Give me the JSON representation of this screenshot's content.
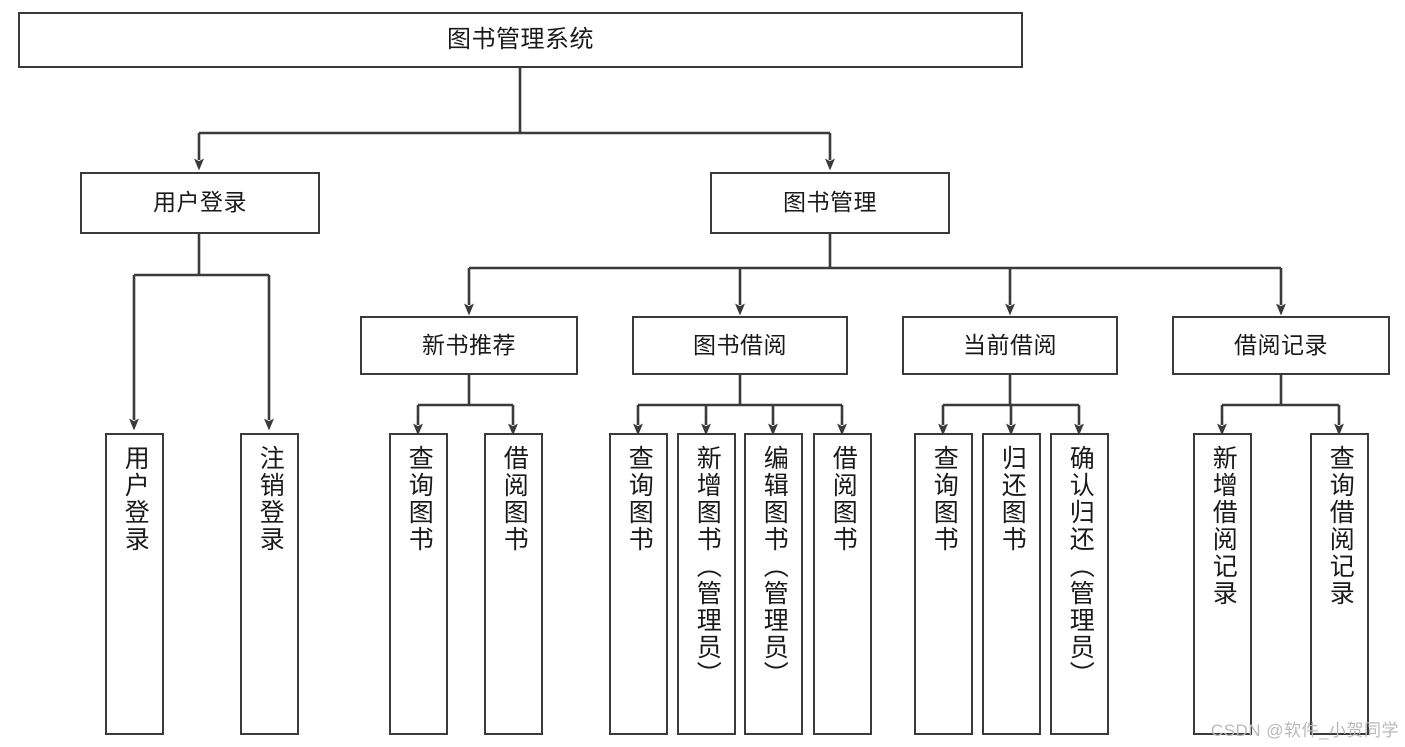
{
  "diagram": {
    "title": "图书管理系统",
    "watermark": "CSDN @软件_小贺同学",
    "stroke_color": "#3a3a3a",
    "background_color": "#ffffff",
    "nodes": {
      "root": {
        "label": "图书管理系统"
      },
      "l2": [
        {
          "label": "用户登录"
        },
        {
          "label": "图书管理"
        }
      ],
      "l3": [
        {
          "label": "新书推荐"
        },
        {
          "label": "图书借阅"
        },
        {
          "label": "当前借阅"
        },
        {
          "label": "借阅记录"
        }
      ],
      "leaves": {
        "user_login": [
          {
            "label": "用户登录"
          },
          {
            "label": "注销登录"
          }
        ],
        "new_book": [
          {
            "label": "查询图书"
          },
          {
            "label": "借阅图书"
          }
        ],
        "borrow": [
          {
            "label": "查询图书"
          },
          {
            "label": "新增图书（管理员）"
          },
          {
            "label": "编辑图书（管理员）"
          },
          {
            "label": "借阅图书"
          }
        ],
        "current": [
          {
            "label": "查询图书"
          },
          {
            "label": "归还图书"
          },
          {
            "label": "确认归还（管理员）"
          }
        ],
        "records": [
          {
            "label": "新增借阅记录"
          },
          {
            "label": "查询借阅记录"
          }
        ]
      }
    }
  }
}
